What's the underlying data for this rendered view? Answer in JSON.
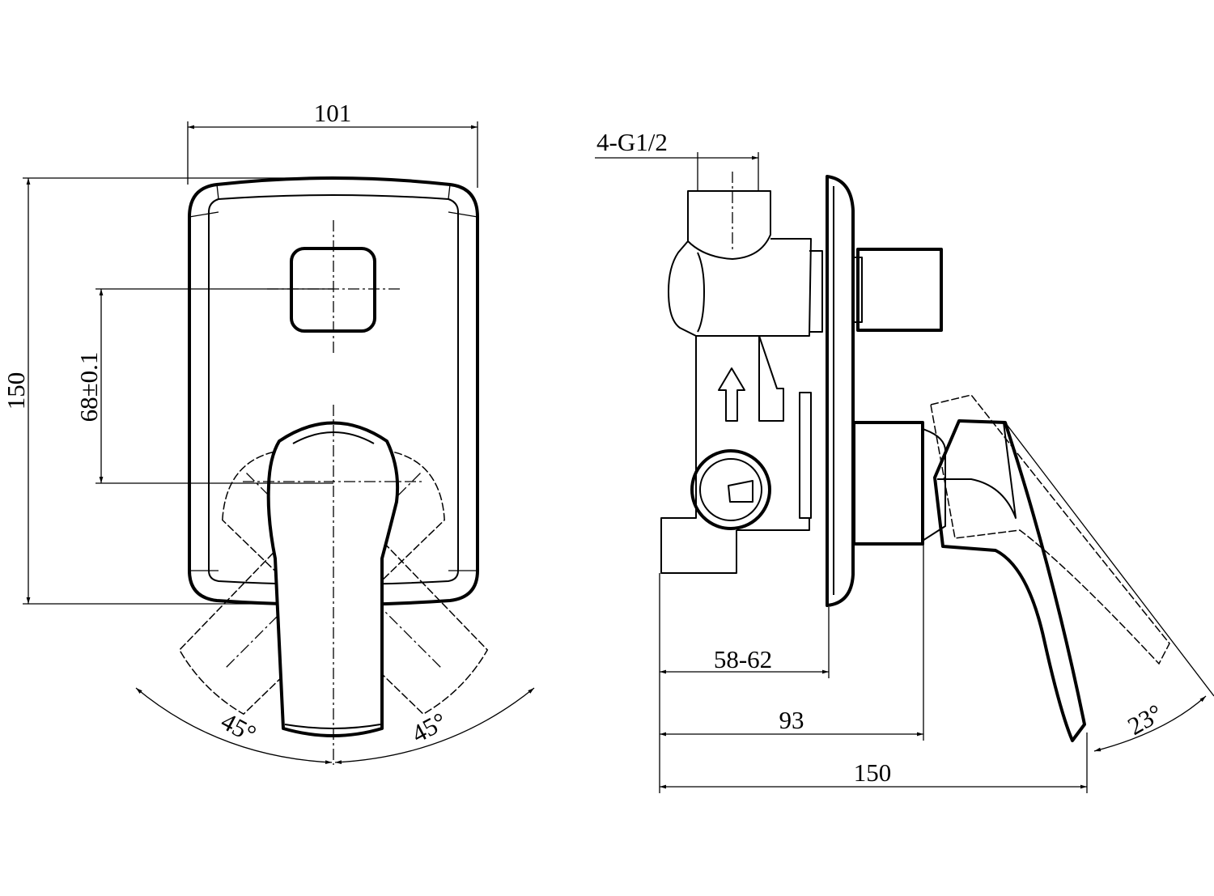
{
  "front_view": {
    "width_dim": "101",
    "height_dim": "150",
    "center_dim": "68±0.1",
    "angle_left": "45°",
    "angle_right": "45°"
  },
  "side_view": {
    "thread_label": "4-G1/2",
    "depth_range_dim": "58-62",
    "depth_dim": "93",
    "length_dim": "150",
    "angle": "23°"
  }
}
